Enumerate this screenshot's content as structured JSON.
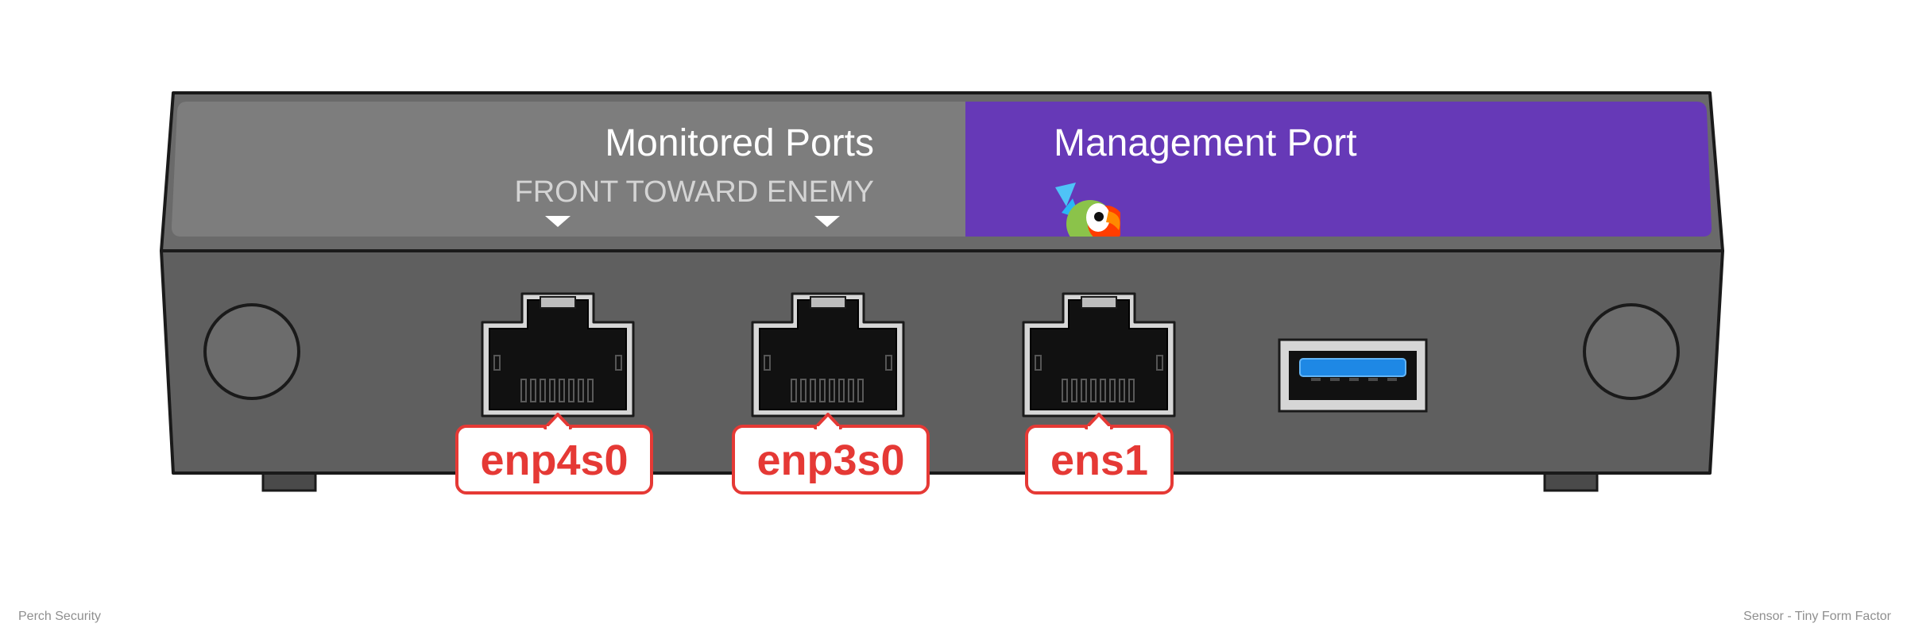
{
  "device": {
    "monitored_header": "Monitored Ports",
    "monitored_subheader": "FRONT TOWARD ENEMY",
    "management_header": "Management Port"
  },
  "ports": [
    {
      "label": "enp4s0",
      "type": "ethernet"
    },
    {
      "label": "enp3s0",
      "type": "ethernet"
    },
    {
      "label": "ens1",
      "type": "ethernet"
    },
    {
      "type": "usb"
    }
  ],
  "footer": {
    "left": "Perch Security",
    "right": "Sensor - Tiny Form Factor"
  },
  "colors": {
    "body": "#5f5f5f",
    "monitored_panel": "#7d7d7d",
    "management_panel": "#6639b7",
    "label": "#e53935",
    "usb": "#1e88e5",
    "outline": "#1a1a1a"
  },
  "icons": [
    "parrot-logo-icon",
    "down-arrow-icon",
    "mount-hole-icon",
    "ethernet-port-icon",
    "usb-port-icon"
  ]
}
